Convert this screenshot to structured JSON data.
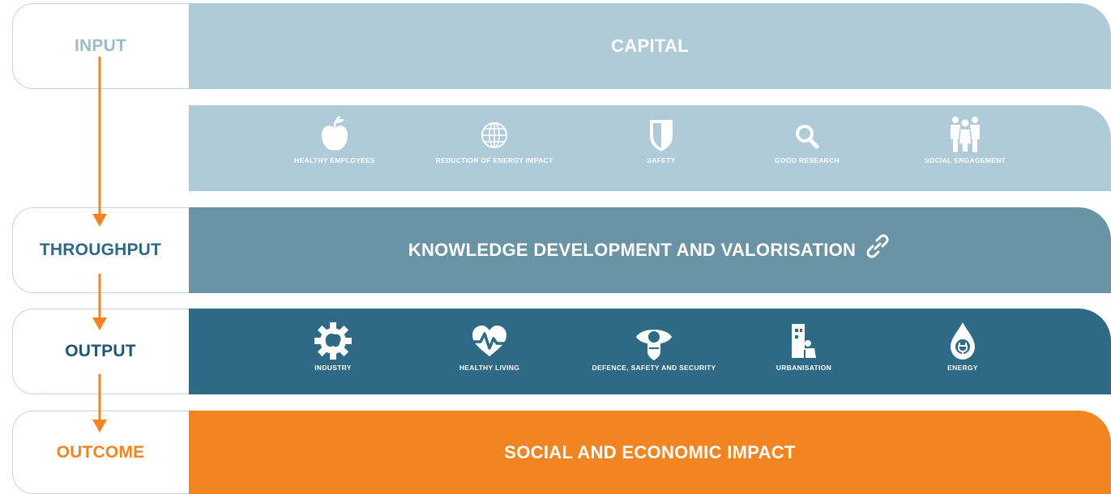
{
  "stages": {
    "input": "INPUT",
    "throughput": "THROUGHPUT",
    "output": "OUTPUT",
    "outcome": "OUTCOME"
  },
  "bands": {
    "capital": "CAPITAL",
    "knowledge": "KNOWLEDGE DEVELOPMENT AND VALORISATION",
    "impact": "SOCIAL AND ECONOMIC IMPACT"
  },
  "capital_icons": [
    {
      "icon": "apple-icon",
      "label": "HEALTHY EMPLOYEES"
    },
    {
      "icon": "globe-icon",
      "label": "REDUCTION OF ENERGY IMPACT"
    },
    {
      "icon": "shield-icon",
      "label": "SAFETY"
    },
    {
      "icon": "magnifier-icon",
      "label": "GOOD RESEARCH"
    },
    {
      "icon": "people-icon",
      "label": "SOCIAL ENGAGEMENT"
    }
  ],
  "output_icons": [
    {
      "icon": "gear-brain-icon",
      "label": "INDUSTRY"
    },
    {
      "icon": "heart-pulse-icon",
      "label": "HEALTHY LIVING"
    },
    {
      "icon": "eye-shield-icon",
      "label": "DEFENCE, SAFETY AND SECURITY"
    },
    {
      "icon": "building-icon",
      "label": "URBANISATION"
    },
    {
      "icon": "energy-drop-icon",
      "label": "ENERGY"
    }
  ],
  "colors": {
    "capital": "#afcbd9",
    "knowledge": "#6a93a6",
    "output": "#2e6a86",
    "impact": "#f28422",
    "arrow": "#f28422",
    "input_text": "#9dbccb",
    "throughput_text": "#2e6a86",
    "output_text": "#1f5673",
    "outcome_text": "#f28422"
  }
}
